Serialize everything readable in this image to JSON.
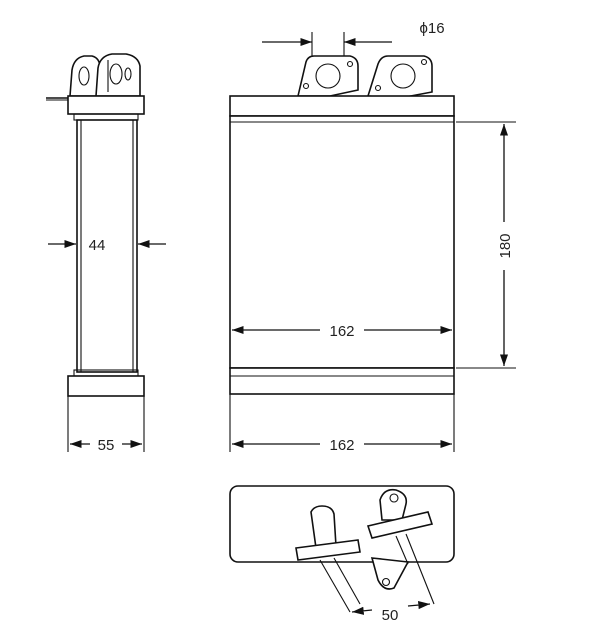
{
  "drawing": {
    "side_view": {
      "body_width_label": "44",
      "overall_width_label": "55"
    },
    "front_view": {
      "pipe_diameter_label": "ϕ16",
      "core_width_label": "162",
      "overall_width_label": "162",
      "core_height_label": "180"
    },
    "top_view": {
      "pipe_spacing_label": "50"
    }
  }
}
